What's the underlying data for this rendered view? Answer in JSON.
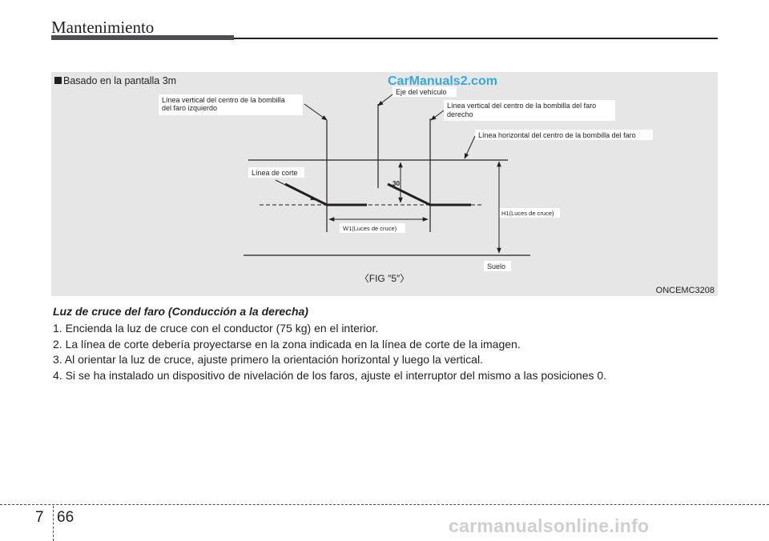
{
  "header": {
    "title": "Mantenimiento"
  },
  "figure": {
    "note": "■ Basado en la pantalla 3m",
    "watermark": "CarManuals2.com",
    "labels": {
      "left_vertical": [
        "Línea vertical del centro de la bombilla",
        "del faro izquierdo"
      ],
      "vehicle_axis": "Eje del vehículo",
      "right_vertical": [
        "Línea vertical del centro de la bombilla del faro",
        "derecho"
      ],
      "horizontal": "Línea horizontal del centro de la bombilla del faro",
      "cutoff": "Línea de corte",
      "angle": "30",
      "h1": "H1(Luces de cruce)",
      "w1": "W1(Luces de cruce)",
      "ground": "Suelo"
    },
    "caption": "〈FIG ″5″〉",
    "code": "ONCEMC3208",
    "colors": {
      "background": "#e6e6e6",
      "label_box": "#ffffff",
      "line": "#231f20",
      "watermark": "#3aa7d8"
    }
  },
  "section": {
    "title": "Luz de cruce del faro (Conducción a la derecha)",
    "steps": [
      "1. Encienda la luz de cruce con el conductor (75 kg) en el interior.",
      "2. La línea de corte debería proyectarse en la zona indicada en la línea de corte de la imagen.",
      "3. Al orientar la luz de cruce, ajuste primero la orientación horizontal y luego la vertical.",
      "4. Si se ha instalado un dispositivo de nivelación de los faros, ajuste el interruptor del mismo a las posiciones 0."
    ]
  },
  "footer": {
    "chapter": "7",
    "page": "66",
    "watermark": "carmanualsonline.info"
  }
}
